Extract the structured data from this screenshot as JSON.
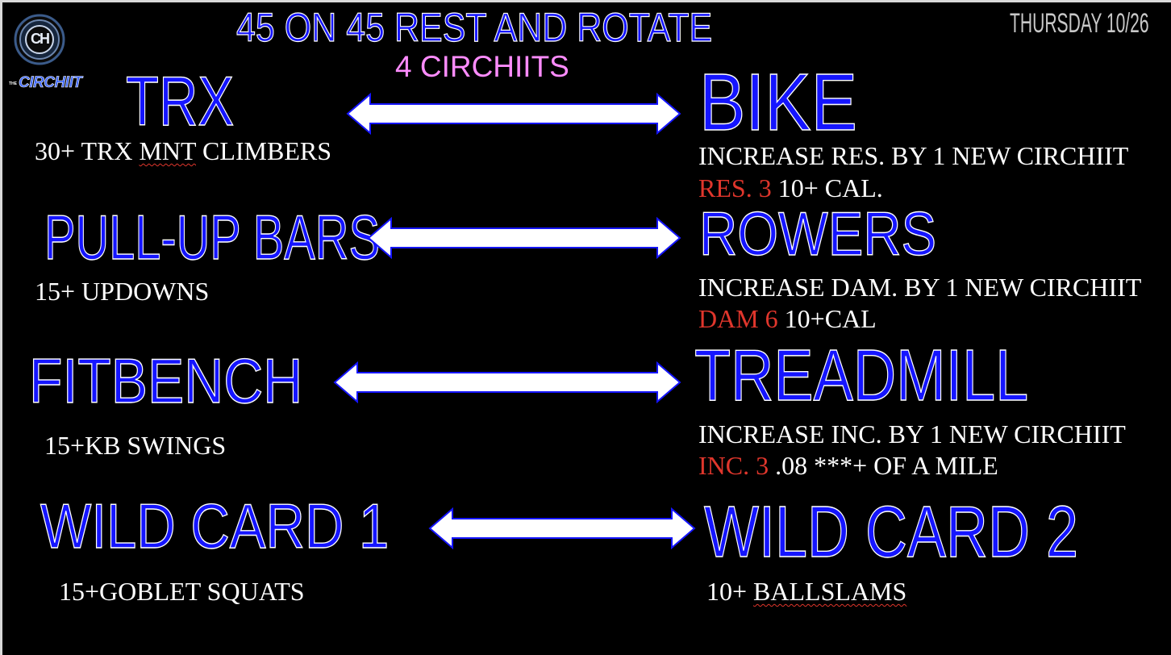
{
  "header": {
    "title": "45 ON 45 REST AND ROTATE",
    "subtitle": "4 CIRCHIITS",
    "date": "THURSDAY 10/26"
  },
  "logo": {
    "icon_text": "CH",
    "brand_prefix": "THE",
    "brand_text": "CIRCHIIT"
  },
  "stations": {
    "trx": {
      "name": "TRX",
      "ex_count": "30+",
      "ex_mid": "TRX",
      "ex_flag": "MNT",
      "ex_tail": "CLIMBERS"
    },
    "bike": {
      "name": "BIKE",
      "line1": "INCREASE RES. BY 1 NEW CIRCHIIT",
      "setting": "RES. 3",
      "target": "10+ CAL."
    },
    "pullup": {
      "name": "PULL-UP BARS",
      "exercise": "15+ UPDOWNS"
    },
    "rowers": {
      "name": "ROWERS",
      "line1": "INCREASE DAM. BY 1 NEW CIRCHIIT",
      "setting": "DAM 6",
      "target": "10+CAL"
    },
    "fitbench": {
      "name": "FITBENCH",
      "exercise": "15+KB SWINGS"
    },
    "treadmill": {
      "name": "TREADMILL",
      "line1": "INCREASE INC. BY 1 NEW CIRCHIIT",
      "setting": "INC. 3",
      "target": ".08 ***+ OF A MILE"
    },
    "wild1": {
      "name": "WILD CARD 1",
      "exercise": "15+GOBLET SQUATS"
    },
    "wild2": {
      "name": "WILD CARD 2",
      "ex_count": "10+",
      "ex_flag": "BALLSLAMS"
    }
  },
  "colors": {
    "background": "#000000",
    "station_fill": "#1515ff",
    "subtitle": "#ff8cff",
    "setting_red": "#e0362c",
    "date_gray": "#c8c8c8"
  },
  "icons": [
    "double-arrow-icon",
    "logo-badge-icon"
  ]
}
